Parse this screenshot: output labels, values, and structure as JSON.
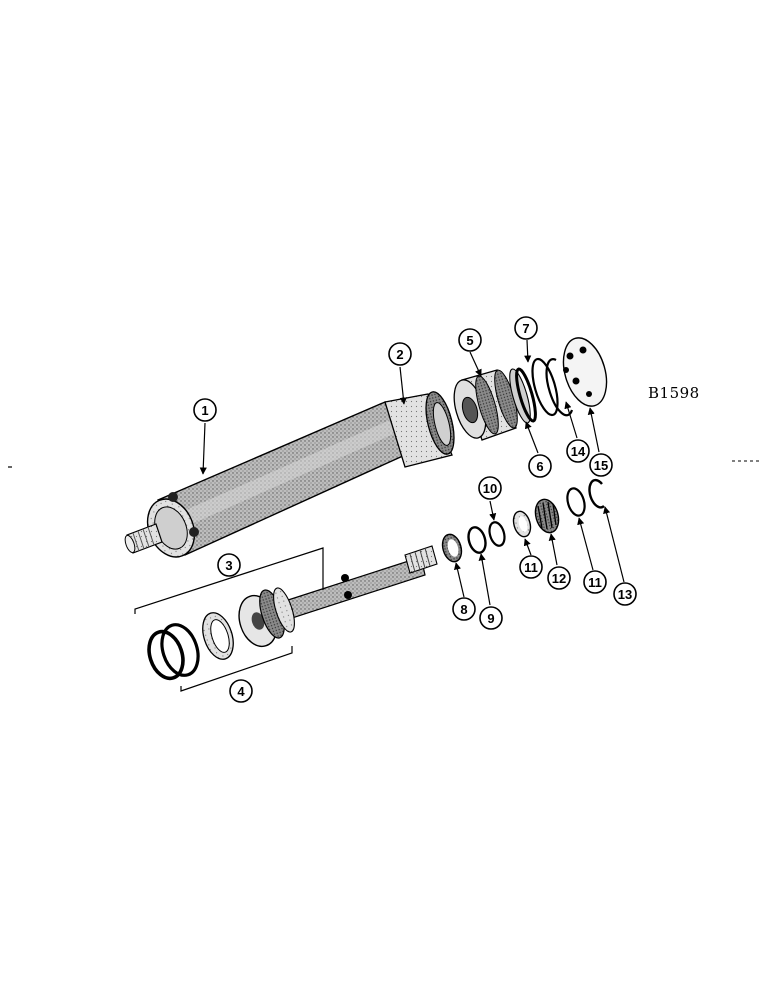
{
  "figure_id": "B1598",
  "callouts": {
    "c1": "1",
    "c2": "2",
    "c3": "3",
    "c4": "4",
    "c5": "5",
    "c6": "6",
    "c7": "7",
    "c8": "8",
    "c9": "9",
    "c10": "10",
    "c11a": "11",
    "c11b": "11",
    "c12": "12",
    "c13": "13",
    "c14": "14",
    "c15": "15"
  }
}
